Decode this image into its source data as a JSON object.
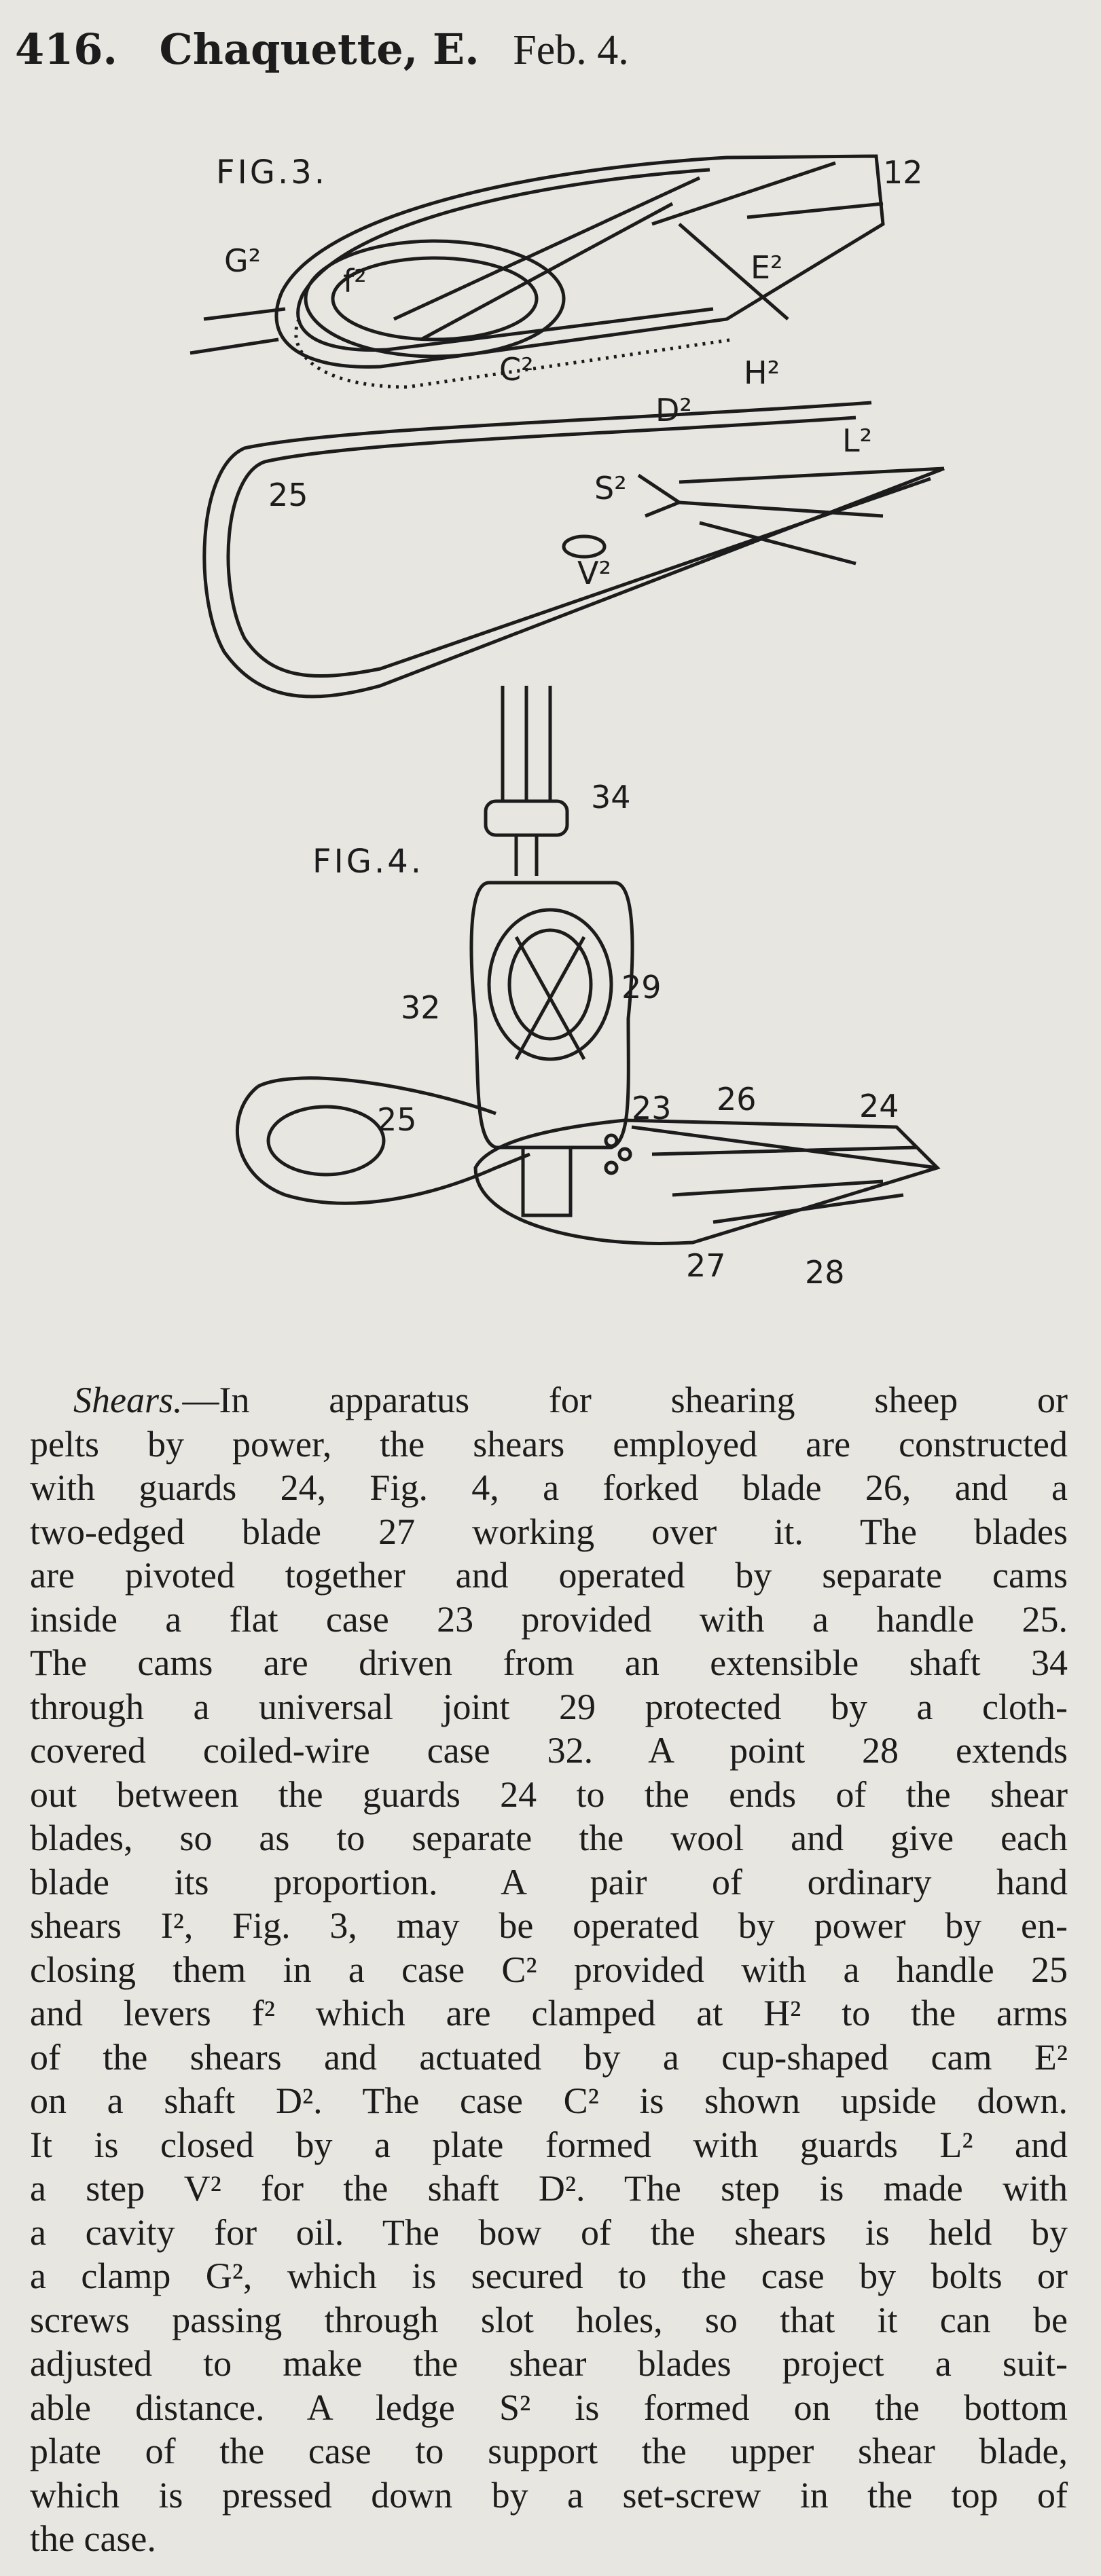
{
  "header": {
    "number": "416.",
    "name": "Chaquette, E.",
    "date": "Feb. 4."
  },
  "fig3": {
    "title": "FIG.3.",
    "labels": [
      "12",
      "G²",
      "f²",
      "E²",
      "C²",
      "H²",
      "D²",
      "25",
      "L²",
      "S²",
      "V²"
    ]
  },
  "fig4": {
    "title": "FIG.4.",
    "labels": [
      "34",
      "32",
      "29",
      "25",
      "23",
      "26",
      "24",
      "27",
      "28"
    ]
  },
  "body": {
    "lead": "Shears.",
    "lines": [
      "—In apparatus for shearing sheep or",
      "pelts by power, the shears employed are constructed",
      "with guards 24, Fig. 4, a forked blade 26, and a",
      "two-edged blade 27 working over it. The blades",
      "are pivoted together and operated by separate cams",
      "inside a flat case 23 provided with a handle 25.",
      "The cams are driven from an extensible shaft 34",
      "through a universal joint 29 protected by a cloth-",
      "covered coiled-wire case 32. A point 28 extends",
      "out between the guards 24 to the ends of the shear",
      "blades, so as to separate the wool and give each",
      "blade its proportion. A pair of ordinary hand",
      "shears I², Fig. 3, may be operated by power by en-",
      "closing them in a case C² provided with a handle 25",
      "and levers f² which are clamped at H² to the arms",
      "of the shears and actuated by a cup-shaped cam E²",
      "on a shaft D². The case C² is shown upside down.",
      "It is closed by a plate formed with guards L² and",
      "a step V² for the shaft D². The step is made with",
      "a cavity for oil. The bow of the shears is held by",
      "a clamp G², which is secured to the case by bolts or",
      "screws passing through slot holes, so that it can be",
      "adjusted to make the shear blades project a suit-",
      "able distance. A ledge S² is formed on the bottom",
      "plate of the case to support the upper shear blade,",
      "which is pressed down by a set-screw in the top of",
      "the case."
    ]
  }
}
